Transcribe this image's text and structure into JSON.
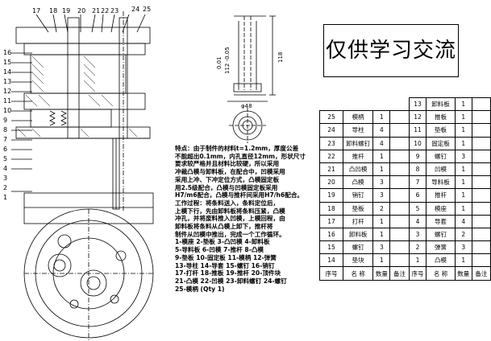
{
  "top_callouts": [
    "17",
    "18",
    "19",
    "20",
    "21",
    "22",
    "23",
    "24",
    "25"
  ],
  "left_callouts": [
    "16",
    "15",
    "14",
    "13",
    "12",
    "11",
    "10",
    "9",
    "8",
    "7",
    "6",
    "5",
    "4",
    "3",
    "2",
    "1"
  ],
  "watermark": "仅供学习交流",
  "dimensions": {
    "tol_upper": "0.01",
    "tol_lower": "112 -0.05",
    "length": "118",
    "diameter": "φ48"
  },
  "notes": [
    "特点：由于制件的材料t=1.2mm，厚度公差",
    "不能超出0.1mm，内孔直径12mm，形状尺寸",
    "要求较严格并且材料比较硬，所以采用",
    "冲裁凸模与卸料板，在配合中，凹模采用",
    "采用上冲、下冲定位方式，凸模固定板",
    "用2.5级配合，凸模与凹模固定板采用",
    "H7/m6配合，凸模与推杆间采用H7/h6配合。",
    "工作过程：将条料送入，条料定位后，",
    "上模下行，先由卸料板将条料压紧，凸模",
    "冲孔，并将废料推入凹模，上模回程，由",
    "卸料板将条料从凸模上卸下，推杆将",
    "制件从凹模中推出，完成一个工作循环。",
    "1-模座  2-垫板  3-凸凹模  4-卸料板",
    "5-导料板  6-凹模  7-推杆  8-凸模",
    "9-垫板  10-固定板  11-模柄  12-弹簧",
    "13-导柱  14-导套  15-螺钉  16-销钉",
    "17-打杆  18-推板  19-推杆  20-顶件块",
    "21-凸模  22-凹模  23-卸料螺钉  24-螺钉",
    "25-模柄 (Qty 1)"
  ],
  "bom": {
    "rows": [
      {
        "no_l": "",
        "name_l": "",
        "qty_l": "",
        "note_l": "",
        "no_r": "13",
        "name_r": "卸料板",
        "qty_r": "1",
        "note_r": ""
      },
      {
        "no_l": "25",
        "name_l": "模柄",
        "qty_l": "1",
        "note_l": "",
        "no_r": "12",
        "name_r": "推板",
        "qty_r": "1",
        "note_r": ""
      },
      {
        "no_l": "24",
        "name_l": "导柱",
        "qty_l": "4",
        "note_l": "",
        "no_r": "11",
        "name_r": "垫板",
        "qty_r": "1",
        "note_r": ""
      },
      {
        "no_l": "23",
        "name_l": "卸料螺钉",
        "qty_l": "4",
        "note_l": "",
        "no_r": "10",
        "name_r": "固定板",
        "qty_r": "1",
        "note_r": ""
      },
      {
        "no_l": "22",
        "name_l": "推杆",
        "qty_l": "1",
        "note_l": "",
        "no_r": "9",
        "name_r": "螺钉",
        "qty_r": "3",
        "note_r": ""
      },
      {
        "no_l": "21",
        "name_l": "凸凹模",
        "qty_l": "1",
        "note_l": "",
        "no_r": "8",
        "name_r": "凹模",
        "qty_r": "1",
        "note_r": ""
      },
      {
        "no_l": "20",
        "name_l": "凸模",
        "qty_l": "3",
        "note_l": "",
        "no_r": "7",
        "name_r": "导料板",
        "qty_r": "1",
        "note_r": ""
      },
      {
        "no_l": "19",
        "name_l": "销钉",
        "qty_l": "3",
        "note_l": "",
        "no_r": "6",
        "name_r": "推杆",
        "qty_r": "1",
        "note_r": ""
      },
      {
        "no_l": "18",
        "name_l": "垫板",
        "qty_l": "2",
        "note_l": "",
        "no_r": "5",
        "name_r": "模座",
        "qty_r": "1",
        "note_r": ""
      },
      {
        "no_l": "17",
        "name_l": "打杆",
        "qty_l": "1",
        "note_l": "",
        "no_r": "4",
        "name_r": "导套",
        "qty_r": "4",
        "note_r": ""
      },
      {
        "no_l": "16",
        "name_l": "卸料板",
        "qty_l": "1",
        "note_l": "",
        "no_r": "3",
        "name_r": "螺钉",
        "qty_r": "2",
        "note_r": ""
      },
      {
        "no_l": "15",
        "name_l": "螺钉",
        "qty_l": "3",
        "note_l": "",
        "no_r": "2",
        "name_r": "弹簧",
        "qty_r": "3",
        "note_r": ""
      },
      {
        "no_l": "14",
        "name_l": "垫块",
        "qty_l": "1",
        "note_l": "",
        "no_r": "1",
        "name_r": "凸模",
        "qty_r": "1",
        "note_r": ""
      }
    ],
    "footer": {
      "no": "序号",
      "name": "名   称",
      "qty": "数量",
      "note": "备注"
    }
  }
}
